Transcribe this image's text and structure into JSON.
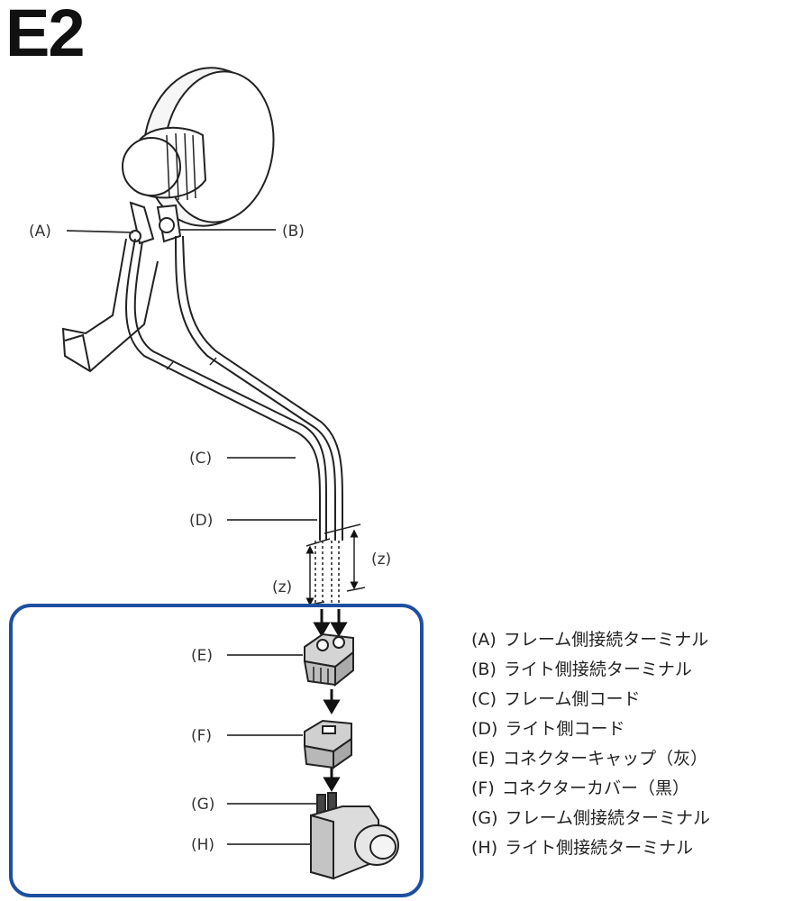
{
  "title": "E2",
  "callouts": {
    "A": "(A)",
    "B": "(B)",
    "C": "(C)",
    "D": "(D)",
    "E": "(E)",
    "F": "(F)",
    "G": "(G)",
    "H": "(H)",
    "z1": "(z)",
    "z2": "(z)"
  },
  "legend": [
    {
      "key": "(A)",
      "text": "フレーム側接続ターミナル"
    },
    {
      "key": "(B)",
      "text": "ライト側接続ターミナル"
    },
    {
      "key": "(C)",
      "text": "フレーム側コード"
    },
    {
      "key": "(D)",
      "text": "ライト側コード"
    },
    {
      "key": "(E)",
      "text": "コネクターキャップ（灰）"
    },
    {
      "key": "(F)",
      "text": "コネクターカバー（黒）"
    },
    {
      "key": "(G)",
      "text": "フレーム側接続ターミナル"
    },
    {
      "key": "(H)",
      "text": "ライト側接続ターミナル"
    }
  ],
  "colors": {
    "frame": "#1e4fa0",
    "line": "#333333"
  }
}
